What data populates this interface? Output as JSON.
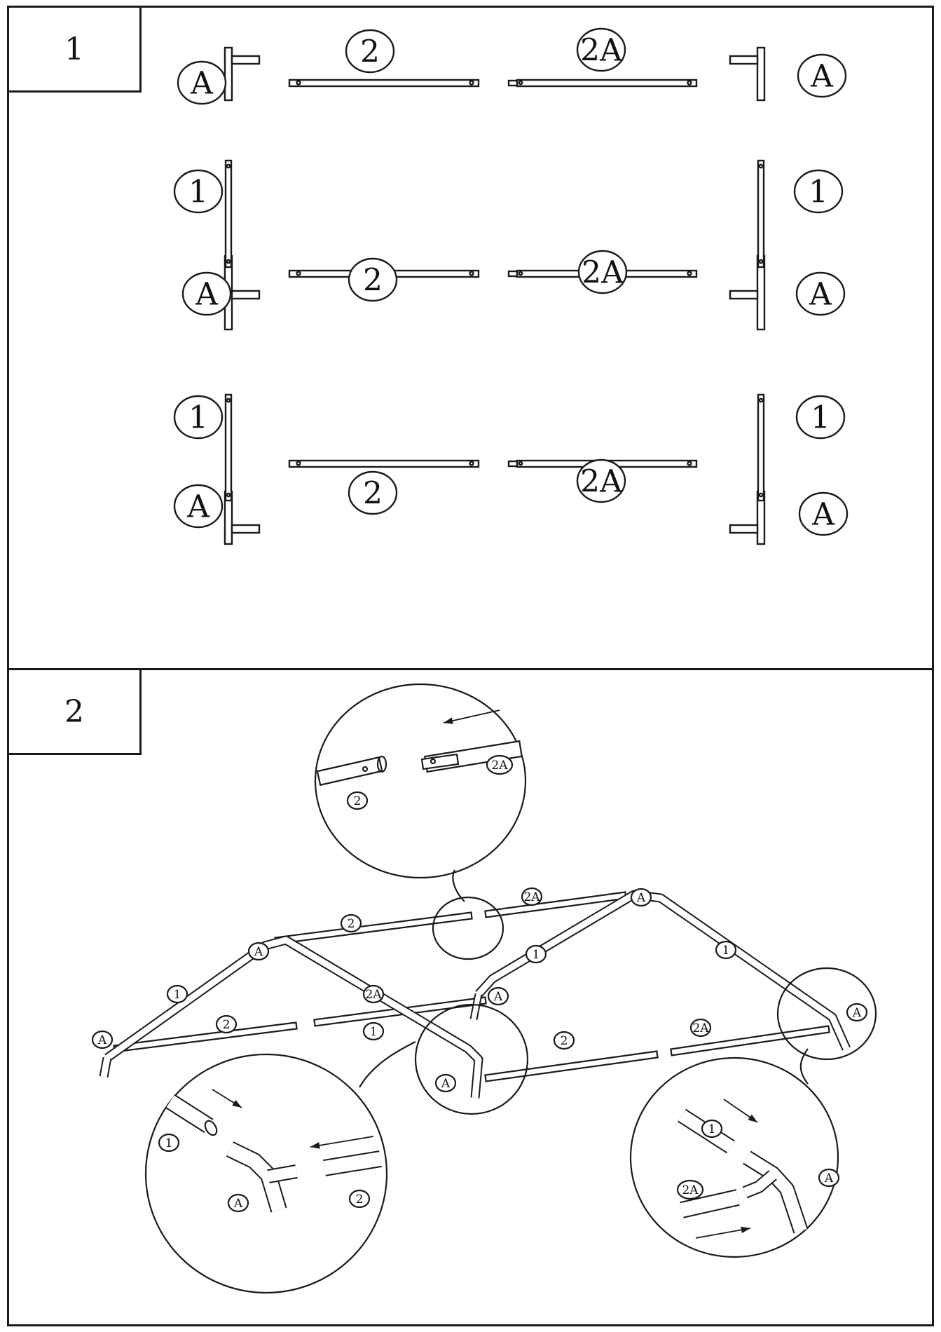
{
  "steps": [
    {
      "number": "1"
    },
    {
      "number": "2"
    }
  ],
  "part_labels": {
    "corner": "A",
    "side_pole": "1",
    "pole": "2",
    "pole_alt": "2A"
  },
  "colors": {
    "line": "#1a1a1a",
    "background": "#ffffff"
  },
  "icons": [
    "direction-arrow-icon"
  ]
}
